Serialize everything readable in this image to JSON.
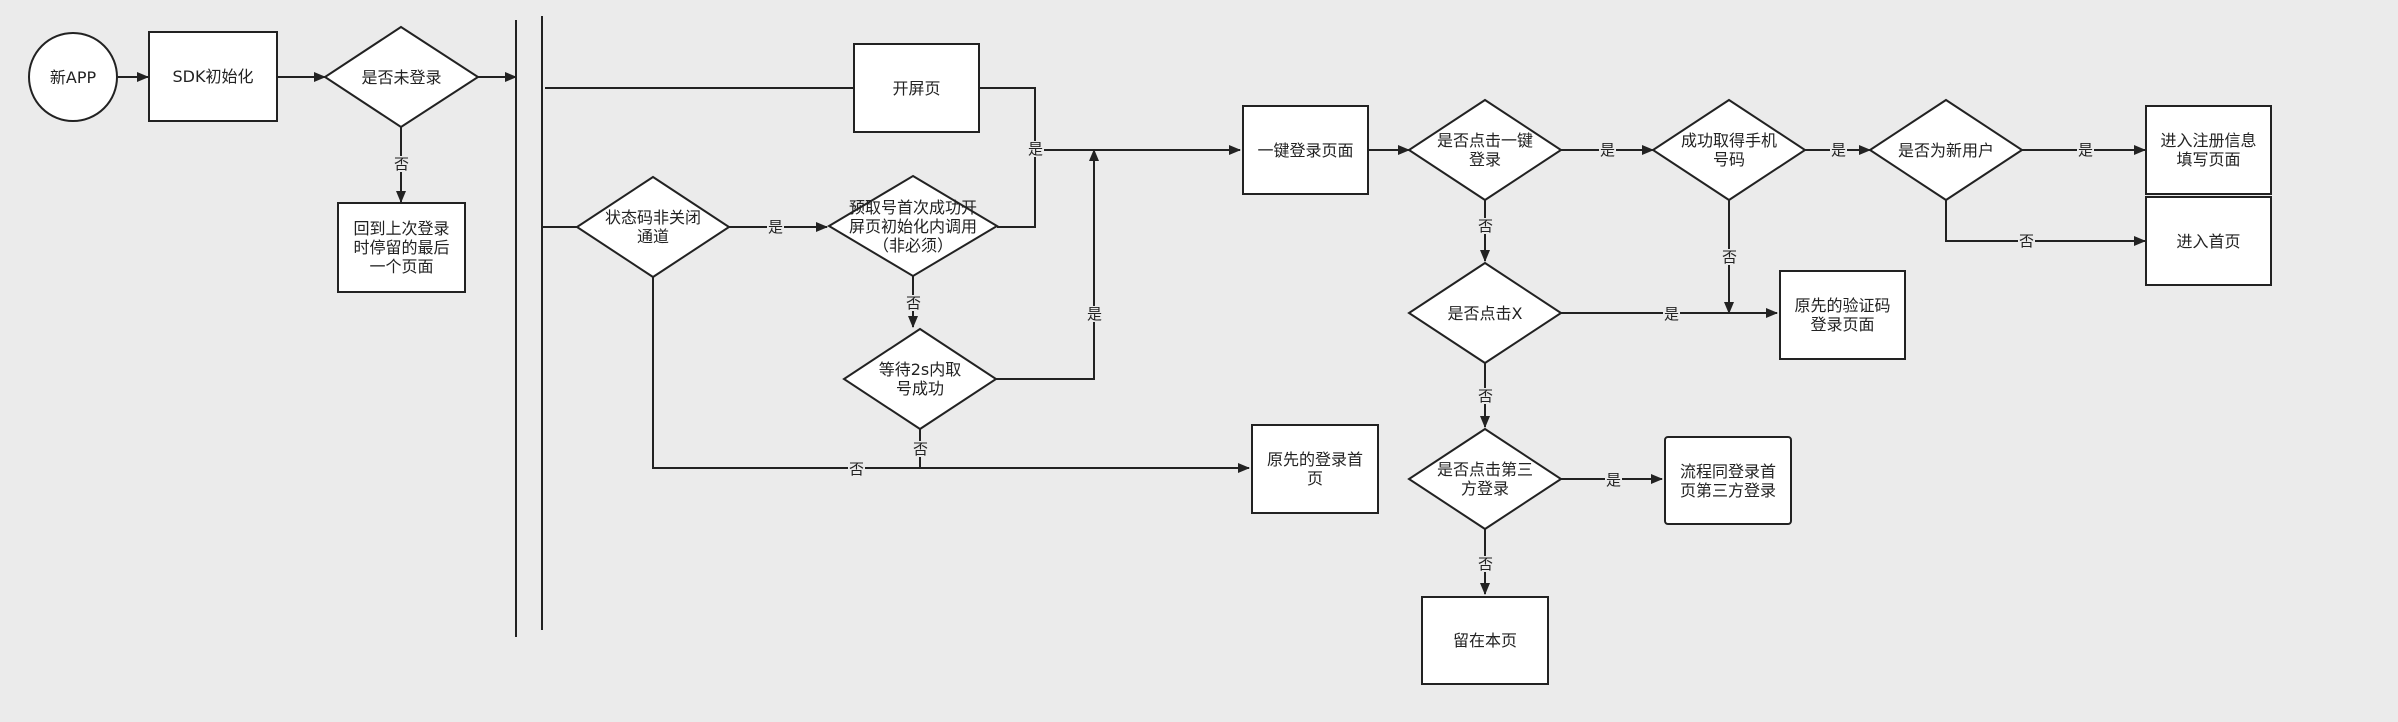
{
  "nodes": {
    "start": "新APP",
    "sdk_init": "SDK初始化",
    "not_logged_in": "是否未登录",
    "return_last_page": "回到上次登录时停留的最后一个页面",
    "splash": "开屏页",
    "status_code_check": "状态码非关闭通道",
    "prefetch_success": "预取号首次成功开屏页初始化内调用（非必须）",
    "wait_2s": "等待2s内取号成功",
    "original_login_home": "原先的登录首页",
    "one_click_page": "一键登录页面",
    "clicked_one_click": "是否点击一键登录",
    "got_phone": "成功取得手机号码",
    "is_new_user": "是否为新用户",
    "register_page": "进入注册信息填写页面",
    "home_page": "进入首页",
    "clicked_x": "是否点击X",
    "original_sms_page": "原先的验证码登录页面",
    "clicked_third_party": "是否点击第三方登录",
    "third_party_flow": "流程同登录首页第三方登录",
    "stay_page": "留在本页"
  },
  "edge_labels": {
    "yes": "是",
    "no": "否"
  }
}
